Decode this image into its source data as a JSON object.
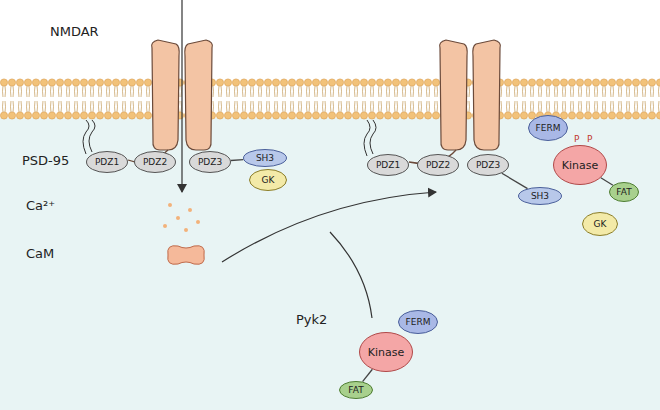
{
  "diagram": {
    "nodes": [
      {
        "text": [
          "PDZ1"
        ]
      },
      {
        "text": [
          "PDZ2"
        ]
      },
      {
        "text": [
          "PDZ3"
        ]
      },
      {
        "text": [
          "SH3"
        ]
      },
      {
        "text": [
          "GK"
        ]
      },
      {
        "text": [
          "PDZ1"
        ]
      },
      {
        "text": [
          "PDZ2"
        ]
      },
      {
        "text": [
          "PDZ3"
        ]
      },
      {
        "text": [
          "FERM"
        ]
      },
      {
        "text": [
          "Kinase"
        ]
      },
      {
        "text": [
          "SH3"
        ]
      },
      {
        "text": [
          "FAT"
        ]
      },
      {
        "text": [
          "GK"
        ]
      },
      {
        "text": [
          "FERM"
        ]
      },
      {
        "text": [
          "Kinase"
        ]
      },
      {
        "text": [
          "FAT"
        ]
      }
    ],
    "edges": [
      {
        "from": 2,
        "to": 3,
        "arrow": "none"
      },
      {
        "from": 7,
        "to": 10,
        "arrow": "none"
      },
      {
        "from": 9,
        "to": 11,
        "arrow": "none"
      },
      {
        "from": 14,
        "to": 15,
        "arrow": "none"
      }
    ],
    "labels": [
      "NMDAR",
      "PSD-95",
      "Ca²⁺",
      "CaM",
      "Pyk2",
      "P",
      "P"
    ]
  }
}
